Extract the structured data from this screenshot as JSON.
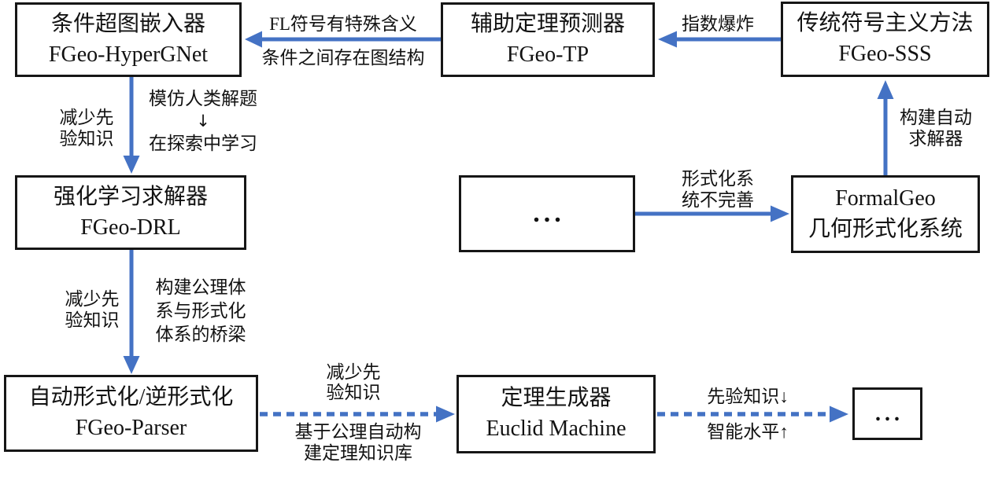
{
  "diagram": {
    "title": "FGeo system evolution flowchart",
    "arrow_color": "#4472C4",
    "boxes": {
      "hypergnet": {
        "line1": "条件超图嵌入器",
        "line2": "FGeo-HyperGNet"
      },
      "tp": {
        "line1": "辅助定理预测器",
        "line2": "FGeo-TP"
      },
      "sss": {
        "line1": "传统符号主义方法",
        "line2": "FGeo-SSS"
      },
      "drl": {
        "line1": "强化学习求解器",
        "line2": "FGeo-DRL"
      },
      "ellipsis_mid": {
        "line1": "..."
      },
      "formalgeo": {
        "line1": "FormalGeo",
        "line2": "几何形式化系统"
      },
      "parser": {
        "line1": "自动形式化/逆形式化",
        "line2": "FGeo-Parser"
      },
      "euclid": {
        "line1": "定理生成器",
        "line2": "Euclid Machine"
      },
      "ellipsis_end": {
        "line1": "..."
      }
    },
    "edges": {
      "tp_to_hypergnet": {
        "label_top": "FL符号有特殊含义",
        "label_bottom": "条件之间存在图结构"
      },
      "sss_to_tp": {
        "label": "指数爆炸"
      },
      "hypergnet_to_drl": {
        "left_line1": "减少先",
        "left_line2": "验知识",
        "right_line1": "模仿人类解题",
        "right_arrow": "↓",
        "right_line2": "在探索中学习"
      },
      "formalgeo_to_sss": {
        "line1": "构建自动",
        "line2": "求解器"
      },
      "mid_to_formalgeo": {
        "line1": "形式化系",
        "line2": "统不完善"
      },
      "drl_to_parser": {
        "left_line1": "减少先",
        "left_line2": "验知识",
        "right_line1": "构建公理体",
        "right_line2": "系与形式化",
        "right_line3": "体系的桥梁"
      },
      "parser_to_euclid": {
        "top_line1": "减少先",
        "top_line2": "验知识",
        "bottom_line1": "基于公理自动构",
        "bottom_line2": "建定理知识库"
      },
      "euclid_to_more": {
        "label_top": "先验知识↓",
        "label_bottom": "智能水平↑"
      }
    }
  }
}
